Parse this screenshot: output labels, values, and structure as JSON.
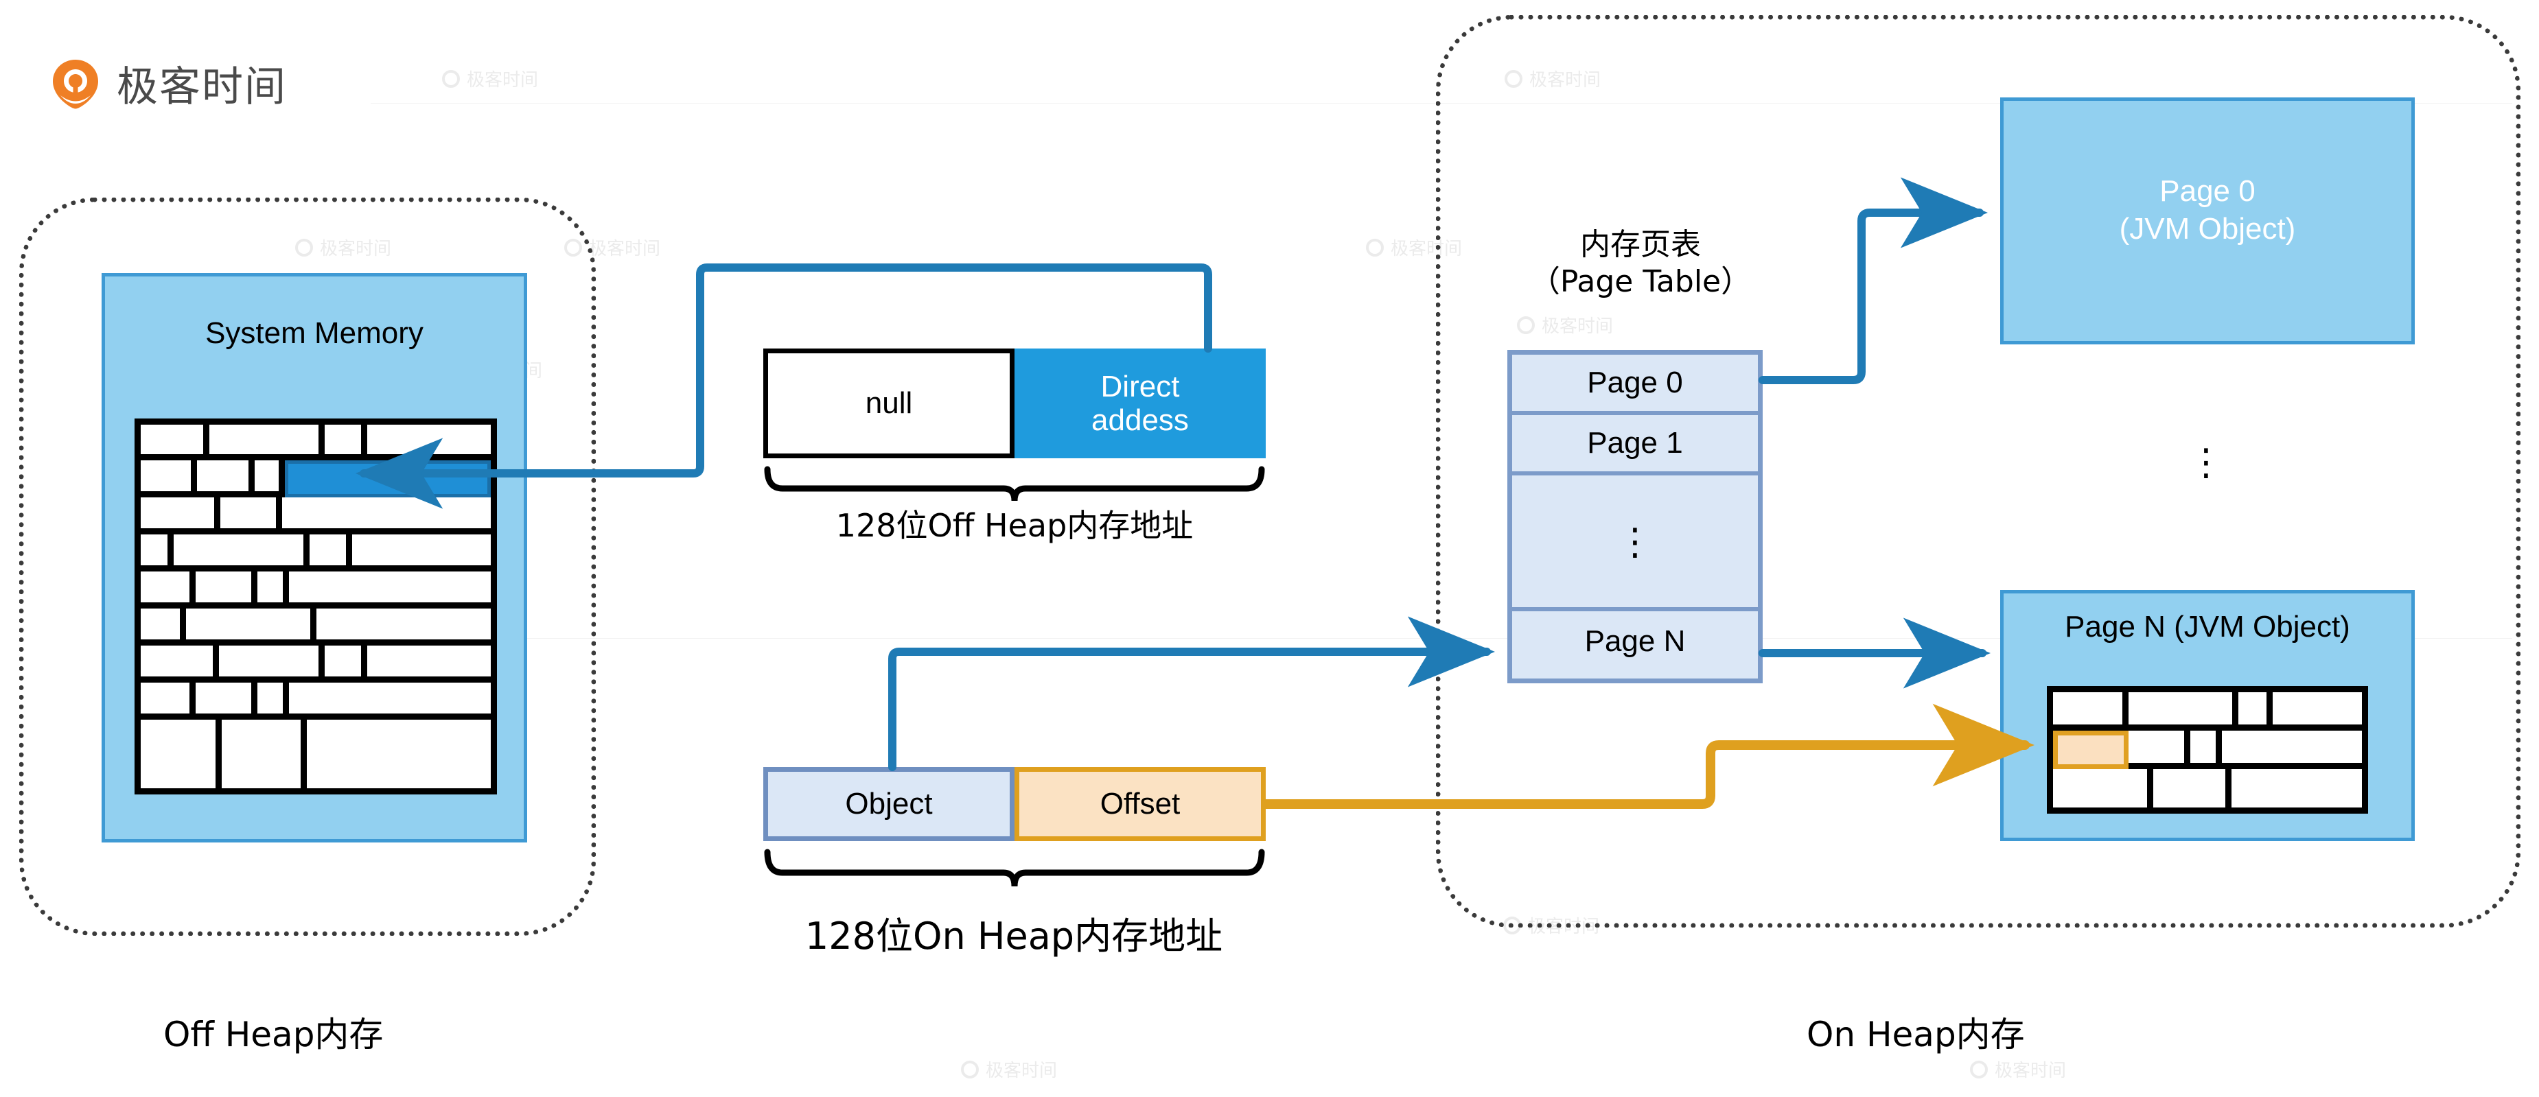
{
  "brand": {
    "name": "极客时间",
    "logo_color": "#ef7f25",
    "text_color": "#4a4a4a"
  },
  "watermark": {
    "text": "极客时间"
  },
  "colors": {
    "light_blue": "#92d0f0",
    "blue_border": "#3f9ad4",
    "accent_blue": "#1f9bdd",
    "arrow_blue": "#1f7bb5",
    "accent_orange": "#dfa01f",
    "page_fill": "#dbe7f6",
    "page_border": "#7c9bc9",
    "offset_fill": "#fbe2c3",
    "dotted_group": "#3a3a3a"
  },
  "off_heap": {
    "group_label": "Off Heap内存",
    "memory_panel": {
      "title": "System Memory"
    },
    "address_word": {
      "left_cell": "null",
      "right_cell": "Direct\naddess",
      "caption": "128位Off Heap内存地址"
    }
  },
  "on_heap": {
    "group_label": "On Heap内存",
    "page_table": {
      "title": "内存页表\n（Page Table）",
      "rows": [
        {
          "label": "Page 0"
        },
        {
          "label": "Page 1"
        },
        {
          "label": "⋮"
        },
        {
          "label": "Page N"
        }
      ]
    },
    "page0_panel": {
      "title": "Page 0\n(JVM Object)"
    },
    "pageN_panel": {
      "title": "Page N (JVM Object)"
    },
    "between_pages_dots": "⋮",
    "address_word": {
      "left_cell": "Object",
      "right_cell": "Offset",
      "caption": "128位On Heap内存地址"
    }
  }
}
